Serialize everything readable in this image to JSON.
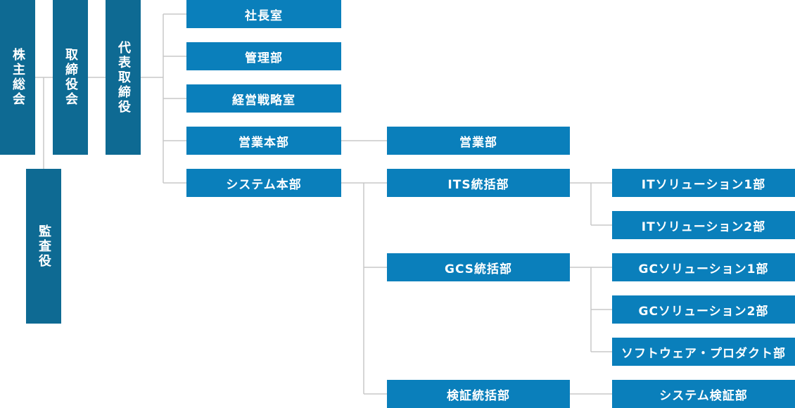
{
  "executive": {
    "shareholders": "株主総会",
    "board": "取締役会",
    "ceo": "代表取締役",
    "auditor": "監査役"
  },
  "level1": {
    "president_office": "社長室",
    "admin": "管理部",
    "strategy": "経営戦略室",
    "sales_hq": "営業本部",
    "system_hq": "システム本部"
  },
  "level2": {
    "sales": "営業部",
    "its": "ITS統括部",
    "gcs": "GCS統括部",
    "verification": "検証統括部"
  },
  "level3": {
    "it1": "ITソリューション1部",
    "it2": "ITソリューション2部",
    "gc1": "GCソリューション1部",
    "gc2": "GCソリューション2部",
    "software": "ソフトウェア・プロダクト部",
    "system_verify": "システム検証部"
  },
  "colors": {
    "executive_box": "#0e6a93",
    "department_box": "#0a7fbb",
    "connector": "#c8c8c8",
    "text": "#ffffff"
  }
}
